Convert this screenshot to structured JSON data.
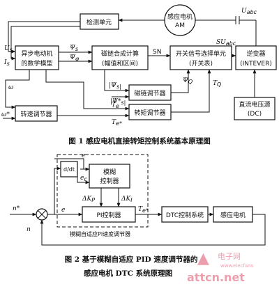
{
  "fig1": {
    "detect_unit": "检测单元",
    "motor_line1": "感应电机",
    "motor_line2": "AM",
    "model_line1": "异步电动机",
    "model_line2": "的数学模型",
    "flux_calc_line1": "磁链合成计算",
    "flux_calc_line2": "(幅值和区间)",
    "switch_line1": "开关信号选择单元",
    "switch_line2": "(开关表)",
    "inverter_line1": "逆变器",
    "inverter_line2": "(INTEVER)",
    "flux_reg": "磁链调节器",
    "speed_reg": "转速调节器",
    "torque_reg": "转矩调节器",
    "dc_line1": "直流电压源",
    "dc_line2": "(DC)",
    "sig_uabc": "U",
    "sig_uabc_sub": "abc",
    "sig_us": "U",
    "sig_us_sub": "s",
    "sig_is": "I",
    "sig_is_sub": "s",
    "sig_psi_s": "Ψ",
    "sig_psi_s_sub": "s",
    "sig_psi_phi": "Ψ",
    "sig_psi_phi_sub": "φ",
    "sig_sn": "SN",
    "sig_su": "SU",
    "sig_su_sub": "abc",
    "sig_omega": "ω",
    "sig_omega_star": "ω*",
    "sig_abs_psi": "|Ψ",
    "sig_abs_psi_sub": "s|",
    "sig_abs_psi_star": "|Ψ*",
    "sig_abs_psi_star_sub": "s|",
    "sig_te": "T",
    "sig_te_sub": "e",
    "sig_te_star": "T",
    "sig_te_star_sub": "e*",
    "sig_psiq": "Ψ",
    "sig_psiq_sub": "Q",
    "sig_tq": "T",
    "sig_tq_sub": "Q",
    "caption": "图 1   感应电机直接转矩控制系统基本原理图"
  },
  "fig2": {
    "ddt": "d/dt",
    "fuzzy_line1": "模糊",
    "fuzzy_line2": "控制器",
    "pi": "PI控制器",
    "dtc": "DTC控制系统",
    "motor": "感应电机",
    "fuzzy_pi_label": "模糊自适应PI速度调节器",
    "sig_n_star": "n*",
    "sig_e": "e",
    "sig_e_top": "e",
    "sig_ec": "e",
    "sig_ec_sub": "c",
    "sig_dkp": "ΔK",
    "sig_dkp_sub": "P",
    "sig_dki": "ΔK",
    "sig_dki_sub": "I",
    "sig_te_star": "T",
    "sig_te_star_sub": "e*",
    "sig_n": "n",
    "caption_line1": "图 2   基于模糊自适应 PID 速度调节器的",
    "caption_line2": "感应电机 DTC 系统原理图"
  },
  "watermark": {
    "brand": "电子网",
    "url1": "www.",
    "url2": "elecfans",
    "site": "attcn.net"
  }
}
